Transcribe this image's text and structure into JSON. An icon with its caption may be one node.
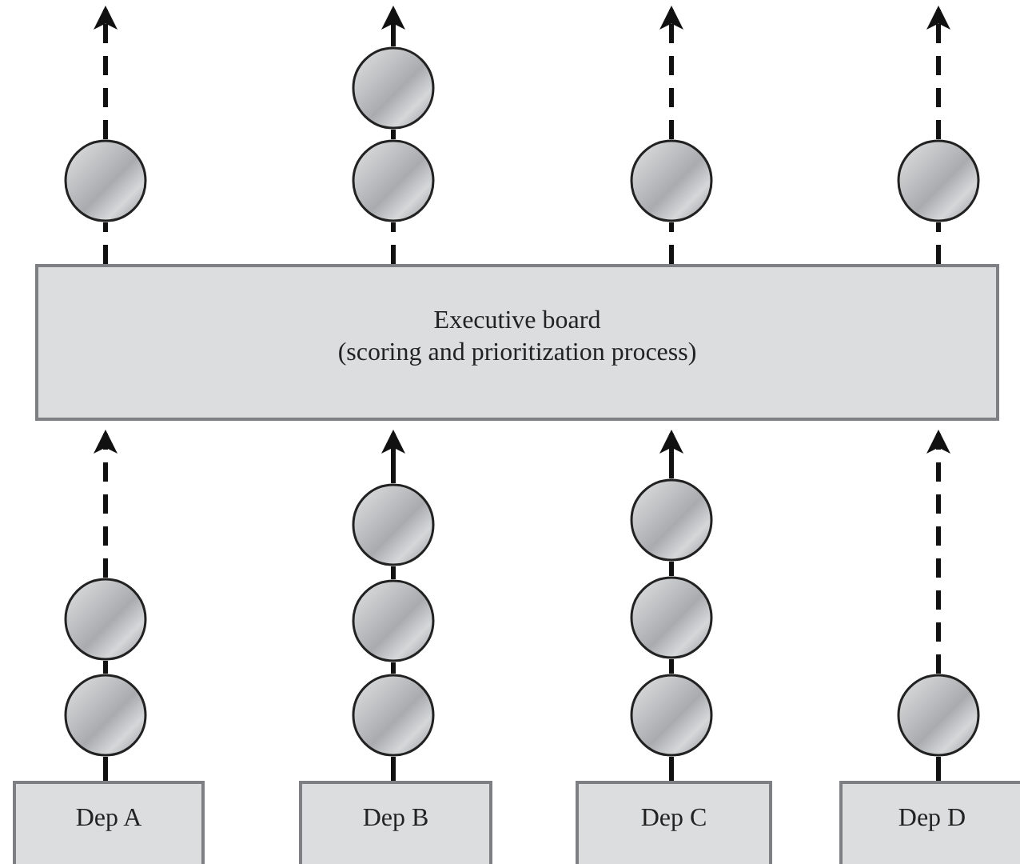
{
  "diagram": {
    "nodes": [
      {
        "text": [],
        "shape": "circle"
      },
      {
        "text": [],
        "shape": "circle"
      },
      {
        "text": [],
        "shape": "circle"
      },
      {
        "text": [],
        "shape": "circle"
      },
      {
        "text": [],
        "shape": "circle"
      },
      {
        "text": [
          "Executive board",
          "(scoring and prioritization process)"
        ]
      },
      {
        "text": [],
        "shape": "circle"
      },
      {
        "text": [],
        "shape": "circle"
      },
      {
        "text": [],
        "shape": "circle"
      },
      {
        "text": [],
        "shape": "circle"
      },
      {
        "text": [],
        "shape": "circle"
      },
      {
        "text": [],
        "shape": "circle"
      },
      {
        "text": [],
        "shape": "circle"
      },
      {
        "text": [],
        "shape": "circle"
      },
      {
        "text": [],
        "shape": "circle"
      },
      {
        "text": [
          "Dep A"
        ]
      },
      {
        "text": [
          "Dep B"
        ]
      },
      {
        "text": [
          "Dep C"
        ]
      },
      {
        "text": [
          "Dep D"
        ]
      }
    ],
    "edges": [
      {
        "from": 15,
        "to": 11,
        "arrow": "none"
      },
      {
        "from": 11,
        "to": 8,
        "arrow": "none"
      },
      {
        "from": 8,
        "to": 5,
        "arrow": "to",
        "style": "dashed"
      },
      {
        "from": 16,
        "to": 12,
        "arrow": "none"
      },
      {
        "from": 12,
        "to": 9,
        "arrow": "none"
      },
      {
        "from": 9,
        "to": 6,
        "arrow": "none"
      },
      {
        "from": 6,
        "to": 5,
        "arrow": "to"
      },
      {
        "from": 17,
        "to": 13,
        "arrow": "none"
      },
      {
        "from": 13,
        "to": 10,
        "arrow": "none"
      },
      {
        "from": 10,
        "to": 7,
        "arrow": "none"
      },
      {
        "from": 7,
        "to": 5,
        "arrow": "to"
      },
      {
        "from": 18,
        "to": 14,
        "arrow": "none"
      },
      {
        "from": 14,
        "to": 5,
        "arrow": "to",
        "style": "dashed"
      },
      {
        "from": 5,
        "to": 1,
        "arrow": "none",
        "style": "dashed"
      },
      {
        "from": 1,
        "to": null,
        "arrow": "to",
        "style": "dashed"
      },
      {
        "from": 5,
        "to": 2,
        "arrow": "none",
        "style": "dashed"
      },
      {
        "from": 2,
        "to": 0,
        "arrow": "none"
      },
      {
        "from": 0,
        "to": null,
        "arrow": "to"
      },
      {
        "from": 5,
        "to": 3,
        "arrow": "none",
        "style": "dashed"
      },
      {
        "from": 3,
        "to": null,
        "arrow": "to",
        "style": "dashed"
      },
      {
        "from": 5,
        "to": 4,
        "arrow": "none",
        "style": "dashed"
      },
      {
        "from": 4,
        "to": null,
        "arrow": "to",
        "style": "dashed"
      }
    ]
  }
}
